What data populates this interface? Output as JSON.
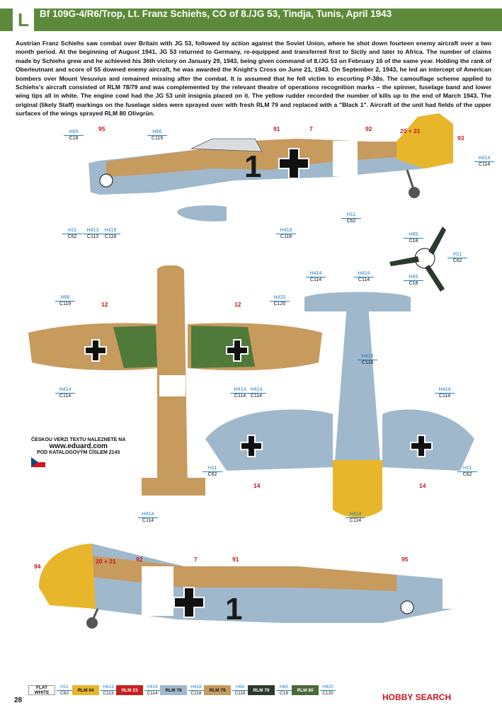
{
  "header": {
    "letter": "L",
    "title": "Bf 109G-4/R6/Trop, Lt. Franz Schiehs, CO of 8./JG 53, Tindja, Tunis, April 1943",
    "color": "#5d8a3a"
  },
  "description": "Austrian Franz Schiehs saw combat over Britain with JG 53, followed by action against the Soviet Union, where he shot down fourteen enemy aircraft over a two month period. At the beginning of August 1941, JG 53 returned to Germany, re-equipped and transferred first to Sicily and later to Africa. The number of claims made by Schiehs grew and he achieved his 36th victory on January 29, 1943, being given command of 8./JG 53 on February 16 of the same year. Holding the rank of Oberleutnant and score of 55 downed enemy aircraft, he was awarded the Knight's Cross on June 21, 1943. On September 2, 1943, he led an intercept of American bombers over Mount Vesuvius and remained missing after the combat. It is assumed that he fell victim to escorting P-38s. The camouflage scheme applied to Schiehs's aircraft consisted of RLM 78/79 and was complemented by the relevant theatre of operations recognition marks – the spinner, fuselage band and lower wing tips all in white. The engine cowl had the JG 53 unit insignia placed on it. The yellow rudder recorded the number of kills up to the end of March 1943. The original (likely Staff) markings on the fuselage sides were sprayed over with fresh RLM 79 and replaced with a \"Black 1\". Aircraft of the unit had fields of the upper surfaces of the wings sprayed RLM 80 Olivgrün.",
  "callouts": [
    {
      "t": "H65",
      "b": "C18"
    },
    {
      "t": "H66",
      "b": "C119"
    },
    {
      "t": "H11",
      "b": "C62"
    },
    {
      "t": "H413",
      "b": "C113"
    },
    {
      "t": "H418",
      "b": "C118"
    },
    {
      "t": "H418",
      "b": "C118"
    },
    {
      "t": "H11",
      "b": "C62"
    },
    {
      "t": "H414",
      "b": "C114"
    },
    {
      "t": "H65",
      "b": "C18"
    },
    {
      "t": "H11",
      "b": "C62"
    },
    {
      "t": "H65",
      "b": "C18"
    },
    {
      "t": "H66",
      "b": "C119"
    },
    {
      "t": "H420",
      "b": "C120"
    },
    {
      "t": "H414",
      "b": "C114"
    },
    {
      "t": "H414",
      "b": "C114"
    },
    {
      "t": "H414",
      "b": "C114"
    },
    {
      "t": "H414",
      "b": "C114"
    },
    {
      "t": "H414",
      "b": "C114"
    },
    {
      "t": "H418",
      "b": "C118"
    },
    {
      "t": "H414",
      "b": "C114"
    },
    {
      "t": "H414",
      "b": "C114"
    },
    {
      "t": "H11",
      "b": "C62"
    },
    {
      "t": "H11",
      "b": "C62"
    },
    {
      "t": "H414",
      "b": "C114"
    }
  ],
  "numbers": [
    "95",
    "91",
    "7",
    "92",
    "20 + 21",
    "93",
    "12",
    "12",
    "14",
    "14",
    "94",
    "20 + 21",
    "92",
    "7",
    "91",
    "95"
  ],
  "note": {
    "line1": "ČESKOU VERZI TEXTU NALEZNETE NA",
    "url": "www.eduard.com",
    "line2": "POD KATALOGOVÝM ČÍSLEM 2143"
  },
  "legend": [
    {
      "name": "FLAT WHITE",
      "color": "#ffffff",
      "fg": "#111",
      "t": "H11",
      "b": "C62"
    },
    {
      "name": "RLM 04",
      "color": "#e8b62a",
      "fg": "#111",
      "t": "H413",
      "b": "C113"
    },
    {
      "name": "RLM 23",
      "color": "#c8201f",
      "fg": "#fff",
      "t": "H414",
      "b": "C114"
    },
    {
      "name": "RLM 78",
      "color": "#9fb8cc",
      "fg": "#111",
      "t": "H418",
      "b": "C118"
    },
    {
      "name": "RLM 79",
      "color": "#c79a5e",
      "fg": "#111",
      "t": "H66",
      "b": "C119"
    },
    {
      "name": "RLM 70",
      "color": "#2c3a2e",
      "fg": "#fff",
      "t": "H65",
      "b": "C18"
    },
    {
      "name": "RLM 80",
      "color": "#4a6a38",
      "fg": "#fff",
      "t": "H420",
      "b": "C120"
    }
  ],
  "page_number": "28",
  "watermark": "HOBBY SEARCH",
  "colors": {
    "sand": "#c79a5e",
    "blue": "#9fb8cc",
    "green": "#4f7a3a",
    "yellow": "#e8b62a",
    "black": "#1a1a1a",
    "red": "#c8161d"
  }
}
